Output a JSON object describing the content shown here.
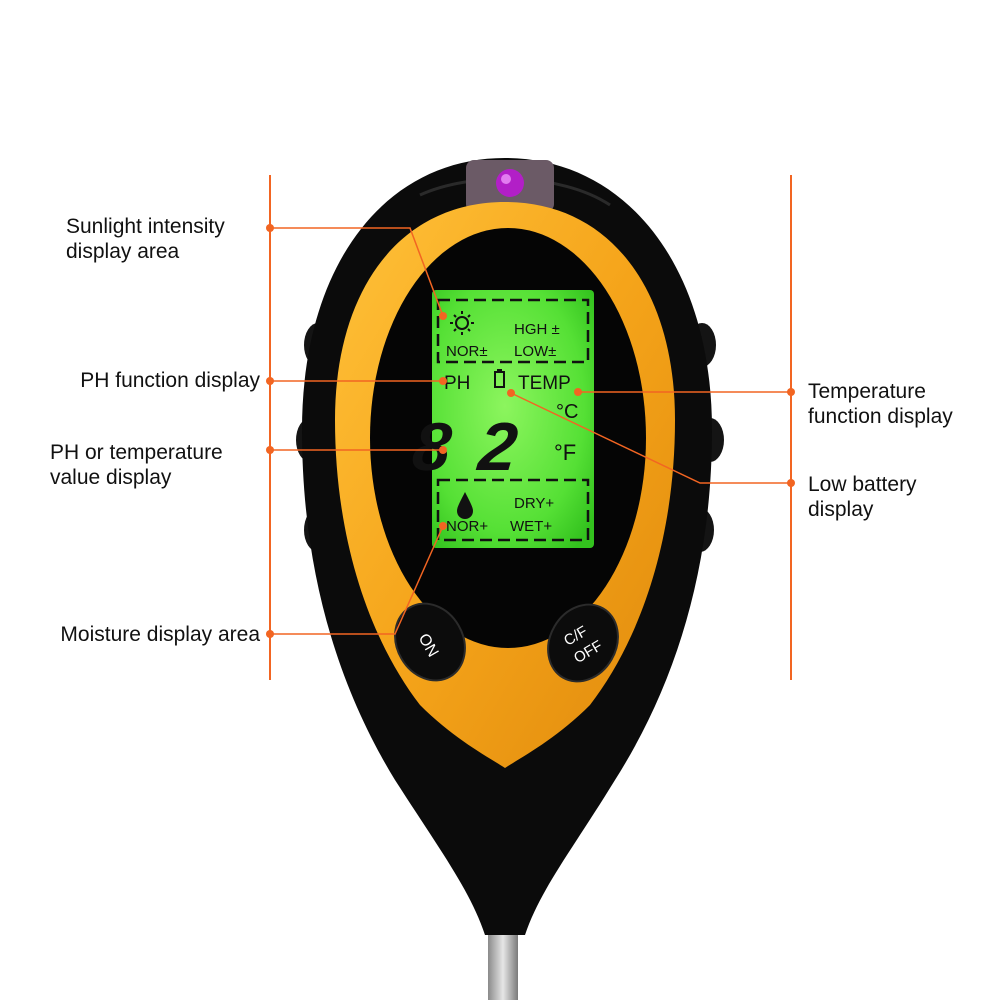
{
  "annotations": {
    "sunlight": [
      "Sunlight intensity",
      "display area"
    ],
    "ph_function": "PH function display",
    "ph_temp_value": [
      "PH or temperature",
      "value display"
    ],
    "moisture": "Moisture display area",
    "temperature": [
      "Temperature",
      "function display"
    ],
    "low_battery": [
      "Low battery",
      "display"
    ]
  },
  "lcd": {
    "sun_high": "HGH ±",
    "sun_nor": "NOR±",
    "sun_low": "LOW±",
    "ph": "PH",
    "temp": "TEMP",
    "celsius": "°C",
    "fahrenheit": "°F",
    "value": "82",
    "dry": "DRY+",
    "nor": "NOR+",
    "wet": "WET+"
  },
  "buttons": {
    "on": "ON",
    "cf": "C/F",
    "off": "OFF"
  },
  "colors": {
    "accent": "#f26522",
    "body": "#0b0b0b",
    "bezel": "#f5a41a",
    "lcd": "#5ee83a"
  }
}
